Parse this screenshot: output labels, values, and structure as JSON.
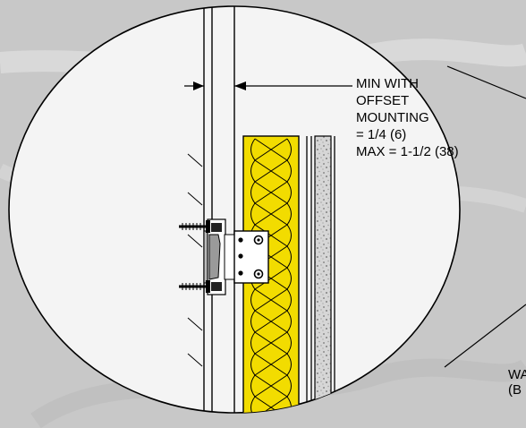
{
  "callout": {
    "line1": "MIN WITH",
    "line2": "OFFSET",
    "line3": "MOUNTING",
    "line4": "= 1/4 (6)",
    "line5": "MAX = 1-1/2 (38)"
  },
  "edge_label": {
    "line1": "WA",
    "line2": "(B"
  },
  "colors": {
    "background": "#c9c9c9",
    "lens_fill": "#f4f4f4",
    "insulation": "#f2dc00",
    "gypsum_board": "#cfcfcf",
    "line": "#000000"
  },
  "icons": [
    "screw-icon",
    "screw-icon",
    "mounting-clip-icon"
  ]
}
